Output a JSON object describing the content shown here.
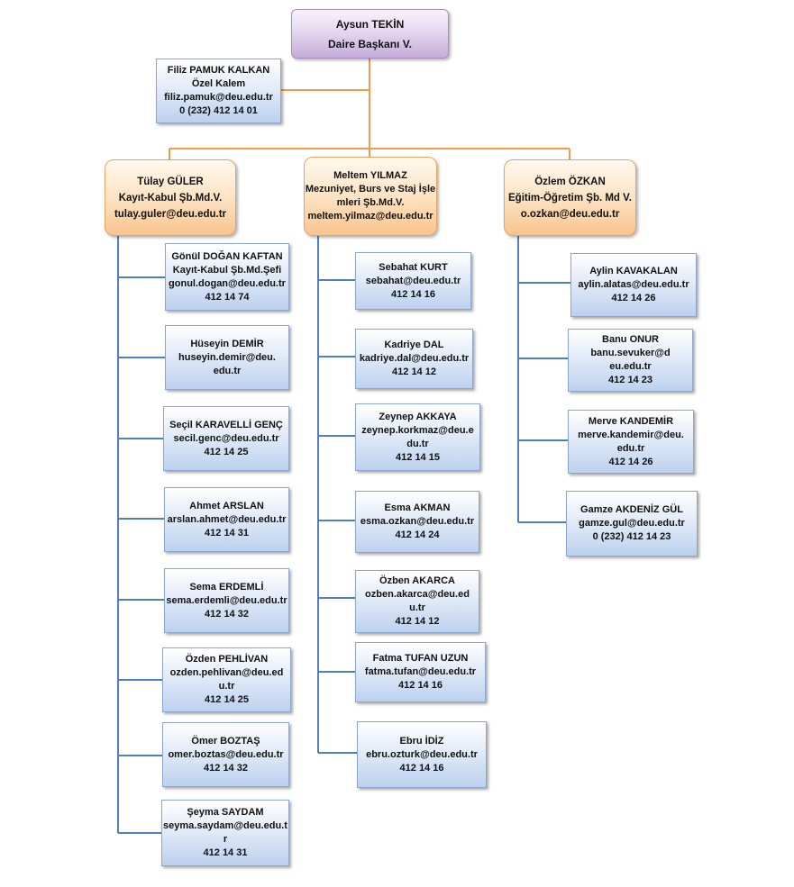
{
  "head": {
    "name": "Aysun TEKİN",
    "title": "Daire Başkanı V."
  },
  "secretary": {
    "name": "Filiz PAMUK KALKAN",
    "title": "Özel Kalem",
    "email": "filiz.pamuk@deu.edu.tr",
    "phone": "0  (232) 412 14 01"
  },
  "managers": [
    {
      "name": "Tülay GÜLER",
      "title": "Kayıt-Kabul Şb.Md.V.",
      "email": "tulay.guler@deu.edu.tr"
    },
    {
      "name": "Meltem YILMAZ",
      "title": "Mezuniyet, Burs ve Staj İşlemleri Şb.Md.V.",
      "email": "meltem.yilmaz@deu.edu.tr"
    },
    {
      "name": "Özlem ÖZKAN",
      "title": "Eğitim-Öğretim Şb. Md V.",
      "email": "o.ozkan@deu.edu.tr"
    }
  ],
  "left_staff": [
    {
      "name": "Gönül DOĞAN KAFTAN",
      "title": "Kayıt-Kabul Şb.Md.Şefi",
      "email": "gonul.dogan@deu.edu.tr",
      "phone": "412 14 74"
    },
    {
      "name": "Hüseyin DEMİR",
      "email": "huseyin.demir@deu.edu.tr"
    },
    {
      "name": "Seçil KARAVELLİ GENÇ",
      "email": "secil.genc@deu.edu.tr",
      "phone": "412 14 25"
    },
    {
      "name": "Ahmet ARSLAN",
      "email": "arslan.ahmet@deu.edu.tr",
      "phone": "412 14 31"
    },
    {
      "name": "Sema ERDEMLİ",
      "email": "sema.erdemli@deu.edu.tr",
      "phone": "412 14 32"
    },
    {
      "name": "Özden PEHLİVAN",
      "email": "ozden.pehlivan@deu.edu.tr",
      "phone": "412 14 25"
    },
    {
      "name": "Ömer BOZTAŞ",
      "email": "omer.boztas@deu.edu.tr",
      "phone": "412 14 32"
    },
    {
      "name": "Şeyma SAYDAM",
      "email": "seyma.saydam@deu.edu.tr",
      "phone": "412 14 31"
    }
  ],
  "middle_staff": [
    {
      "name": "Sebahat KURT",
      "email": "sebahat@deu.edu.tr",
      "phone": "412 14 16"
    },
    {
      "name": "Kadriye DAL",
      "email": "kadriye.dal@deu.edu.tr",
      "phone": "412 14 12"
    },
    {
      "name": "Zeynep  AKKAYA",
      "email": "zeynep.korkmaz@deu.edu.tr",
      "phone": "412 14 15"
    },
    {
      "name": "Esma AKMAN",
      "email": "esma.ozkan@deu.edu.tr",
      "phone": "412 14 24"
    },
    {
      "name": "Özben AKARCA",
      "email": "ozben.akarca@deu.edu.tr",
      "phone": "412 14 12"
    },
    {
      "name": "Fatma TUFAN UZUN",
      "email": "fatma.tufan@deu.edu.tr",
      "phone": "412 14 16"
    },
    {
      "name": "Ebru İDİZ",
      "email": "ebru.ozturk@deu.edu.tr",
      "phone": "412 14 16"
    }
  ],
  "right_staff": [
    {
      "name": "Aylin KAVAKALAN",
      "email": "aylin.alatas@deu.edu.tr",
      "phone": "412 14 26"
    },
    {
      "name": "Banu ONUR",
      "email": "banu.sevuker@deu.edu.tr",
      "phone": "412 14 23"
    },
    {
      "name": "Merve KANDEMİR",
      "email": "merve.kandemir@deu.edu.tr",
      "phone": "412 14 26"
    },
    {
      "name": "Gamze AKDENİZ GÜL",
      "email": "gamze.gul@deu.edu.tr",
      "phone": "0 (232) 412 14 23"
    }
  ],
  "colors": {
    "connector_orange": "#f39a4b",
    "connector_blue": "#4f7fbf"
  }
}
